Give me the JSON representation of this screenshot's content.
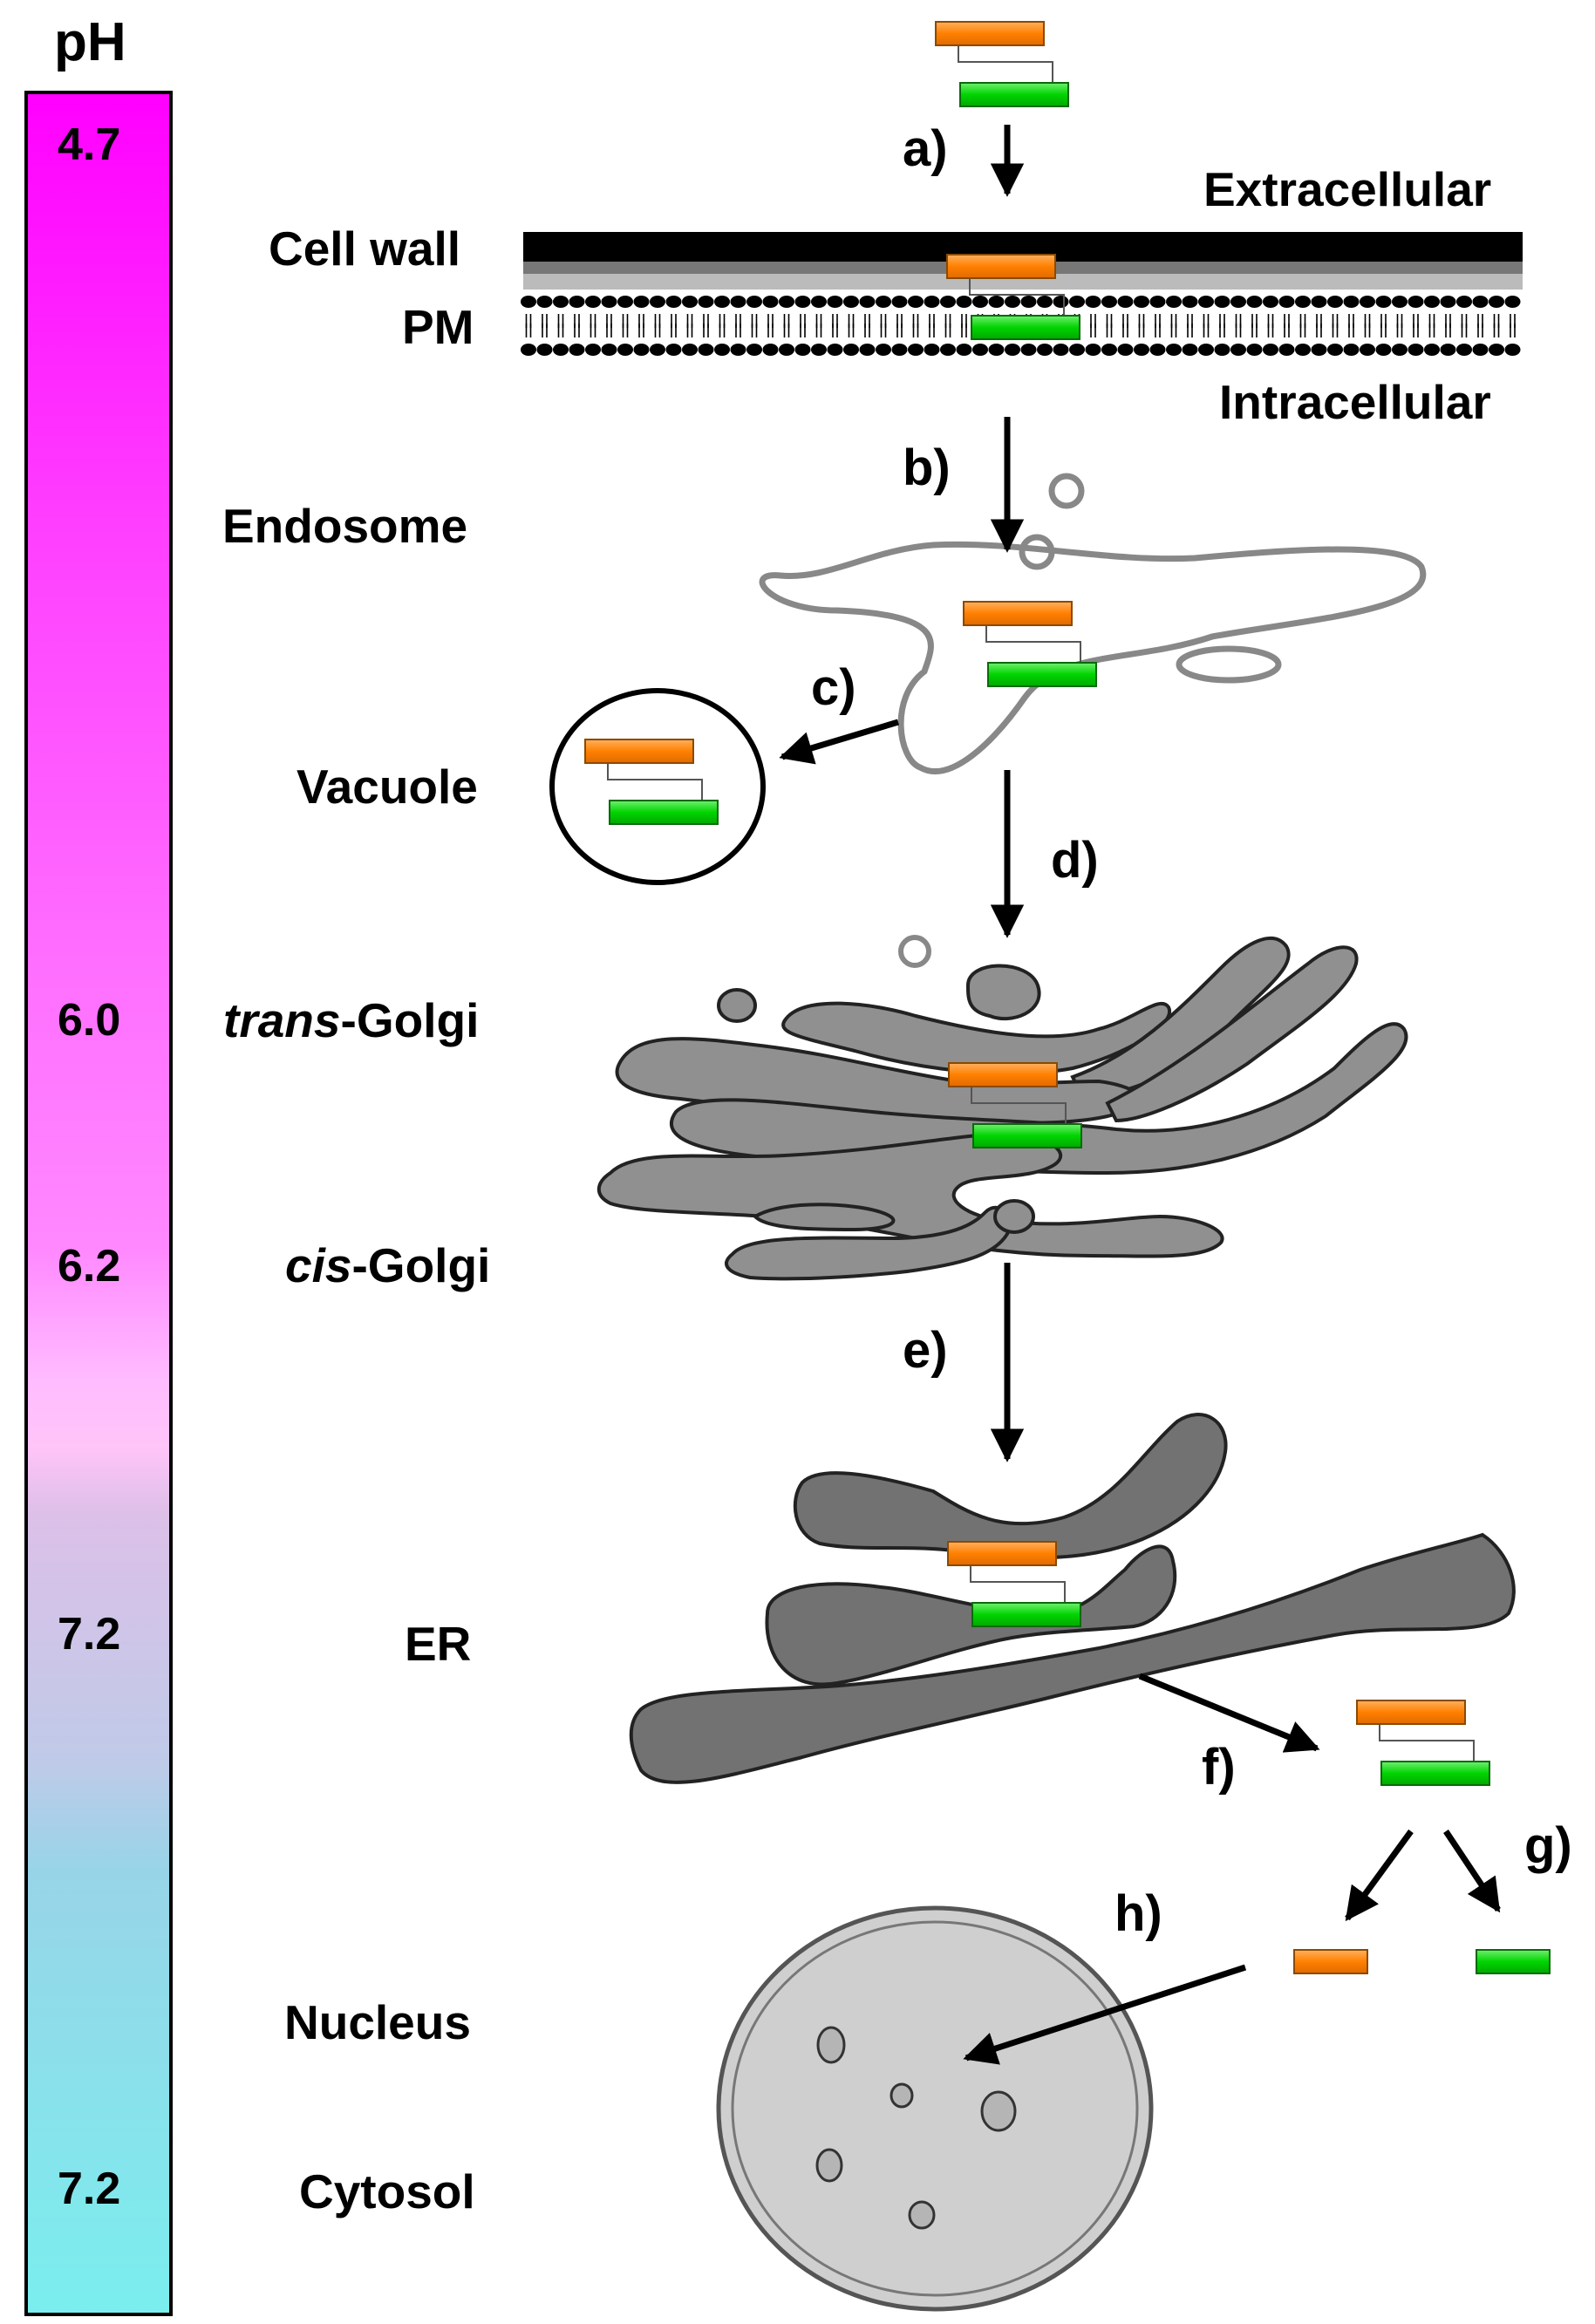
{
  "ph_scale": {
    "title": "pH",
    "ticks": [
      "4.7",
      "6.0",
      "6.2",
      "7.2",
      "7.2"
    ]
  },
  "compartments": {
    "cell_wall": "Cell wall",
    "pm": "PM",
    "endosome": "Endosome",
    "vacuole": "Vacuole",
    "trans_golgi_prefix": "trans",
    "trans_golgi_suffix": "-Golgi",
    "cis_golgi_prefix": "cis",
    "cis_golgi_suffix": "-Golgi",
    "er": "ER",
    "nucleus": "Nucleus",
    "cytosol": "Cytosol"
  },
  "sides": {
    "extracellular": "Extracellular",
    "intracellular": "Intracellular"
  },
  "steps": {
    "a": "a)",
    "b": "b)",
    "c": "c)",
    "d": "d)",
    "e": "e)",
    "f": "f)",
    "g": "g)",
    "h": "h)"
  },
  "colors": {
    "orange_fluorophore": "#ff8000",
    "green_fluorophore": "#00d400",
    "acidic_magenta": "#ff00ff",
    "neutral_cyan": "#7feeee",
    "organelle_gray": "#909090",
    "er_gray": "#707070"
  }
}
